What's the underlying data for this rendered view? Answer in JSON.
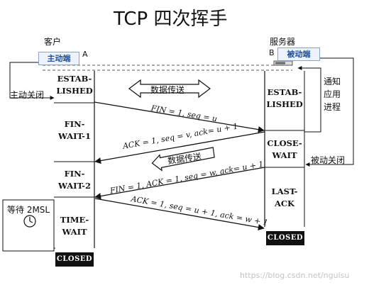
{
  "title": "TCP 四次挥手",
  "client": {
    "label": "客户",
    "tag": "主动端",
    "letter": "A"
  },
  "server": {
    "label": "服务器",
    "tag": "被动端",
    "letter": "B"
  },
  "client_states": {
    "established": "ESTAB-\nLISHED",
    "fin_wait_1": "FIN-\nWAIT-1",
    "fin_wait_2": "FIN-\nWAIT-2",
    "time_wait": "TIME-\nWAIT",
    "closed": "CLOSED"
  },
  "server_states": {
    "established": "ESTAB-\nLISHED",
    "close_wait": "CLOSE-\nWAIT",
    "last_ack": "LAST-\nACK",
    "closed": "CLOSED"
  },
  "annotations": {
    "active_close": "主动关闭",
    "passive_close": "被动关闭",
    "notify_app": "通知\n应用\n进程",
    "wait_2msl": "等待 2MSL"
  },
  "data_transfer": "数据传送",
  "messages": {
    "fin1": "FIN = 1, seq = u",
    "ack1": "ACK = 1, seq = v, ack= u + 1",
    "fin2": "FIN = 1, ACK = 1, seq = w, ack= u + 1",
    "ack2": "ACK = 1, seq = u + 1, ack = w + 1"
  },
  "watermark": "https://blog.csdn.net/nguisu"
}
